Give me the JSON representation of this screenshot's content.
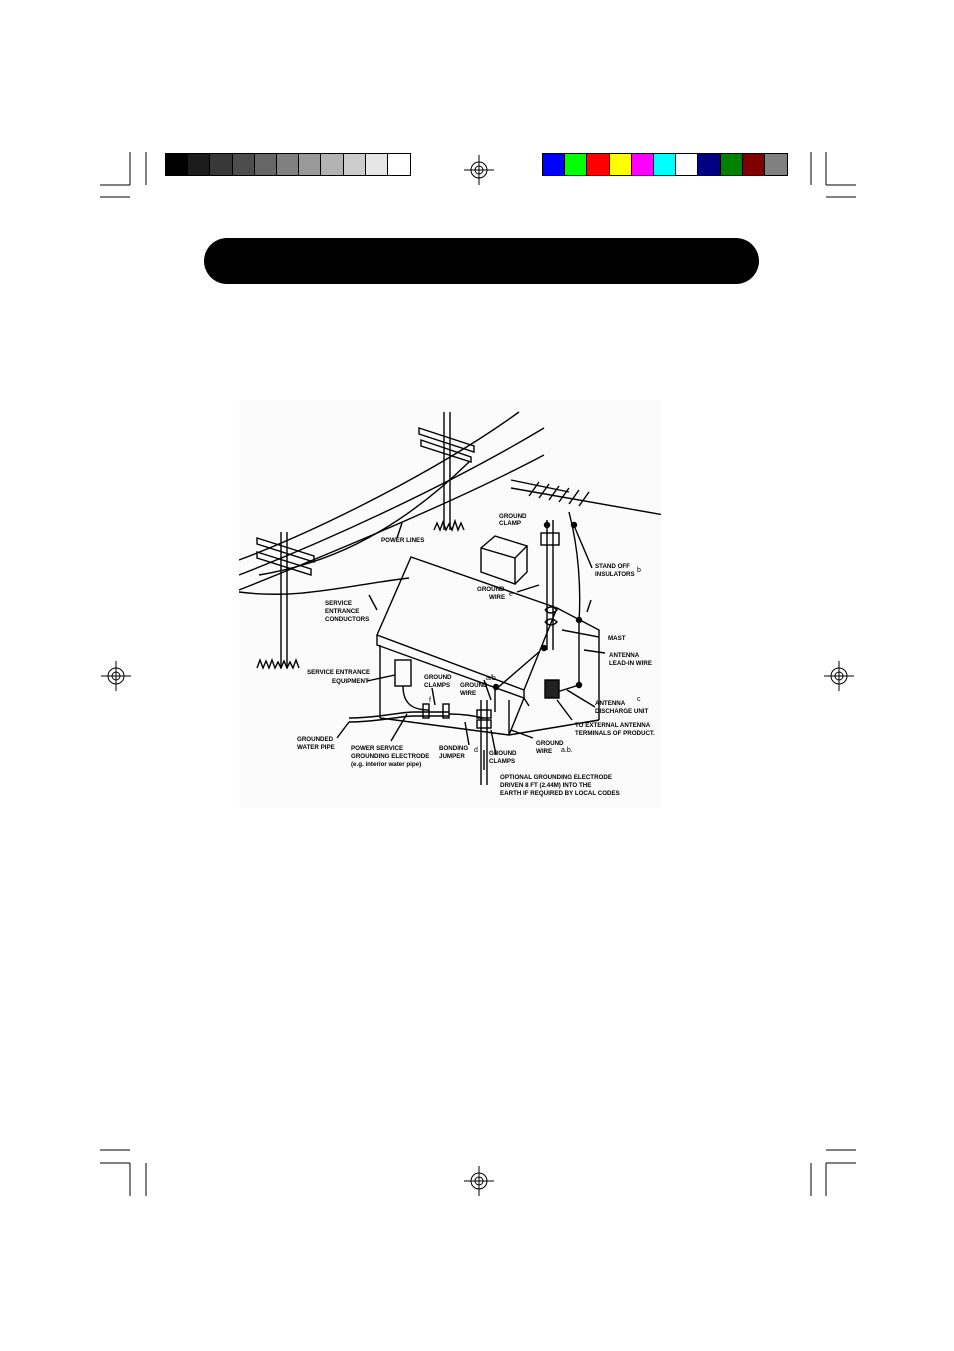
{
  "header": {
    "title": "",
    "gray_swatches": [
      "#000000",
      "#1c1c1c",
      "#383838",
      "#4d4d4d",
      "#666666",
      "#808080",
      "#999999",
      "#b3b3b3",
      "#cccccc",
      "#e6e6e6",
      "#ffffff"
    ],
    "color_swatches": [
      "#0000ff",
      "#00ff00",
      "#ff0000",
      "#ffff00",
      "#ff00ff",
      "#00ffff",
      "#ffffff",
      "#000080",
      "#008000",
      "#800000",
      "#808080"
    ]
  },
  "diagram": {
    "labels": {
      "power_lines": "POWER LINES",
      "ground_clamp_1": "GROUND",
      "ground_clamp_2": "CLAMP",
      "stand_off_1": "STAND OFF",
      "stand_off_2": "INSULATORS",
      "stand_off_letter": "b",
      "service_entrance_1": "SERVICE",
      "service_entrance_2": "ENTRANCE",
      "service_entrance_3": "CONDUCTORS",
      "ground_wire_1": "GROUND",
      "ground_wire_2": "WIRE",
      "ground_wire_letter": "e",
      "mast": "MAST",
      "antenna_lead_1": "ANTENNA",
      "antenna_lead_2": "LEAD-IN WIRE",
      "service_equipment_1": "SERVICE ENTRANCE",
      "service_equipment_2": "EQUIPMENT",
      "ground_clamps_top_1": "GROUND",
      "ground_clamps_top_2": "CLAMPS",
      "ground_clamps_top_letter": "f",
      "ground_wire2_letter": "a/b",
      "ground_wire2_1": "GROUND",
      "ground_wire2_2": "WIRE",
      "discharge_1": "ANTENNA",
      "discharge_2": "DISCHARGE UNIT",
      "discharge_letter": "c",
      "external_1": "TO EXTERNAL ANTENNA",
      "external_2": "TERMINALS OF PRODUCT.",
      "water_pipe_1": "GROUNDED",
      "water_pipe_2": "WATER PIPE",
      "power_service_1": "POWER SERVICE",
      "power_service_2": "GROUNDING ELECTRODE",
      "power_service_3": "(e.g. interior water pipe)",
      "bonding_1": "BONDING",
      "bonding_2": "JUMPER",
      "bonding_letter": "d",
      "ground_clamps_bottom_1": "GROUND",
      "ground_clamps_bottom_2": "CLAMPS",
      "ground_wire3_1": "GROUND",
      "ground_wire3_2": "WIRE",
      "ab": "a.b.",
      "optional_1": "OPTIONAL GROUNDING ELECTRODE",
      "optional_2": "DRIVEN 8 FT (2.44M) INTO THE",
      "optional_3": "EARTH IF REQUIRED BY LOCAL CODES"
    }
  }
}
